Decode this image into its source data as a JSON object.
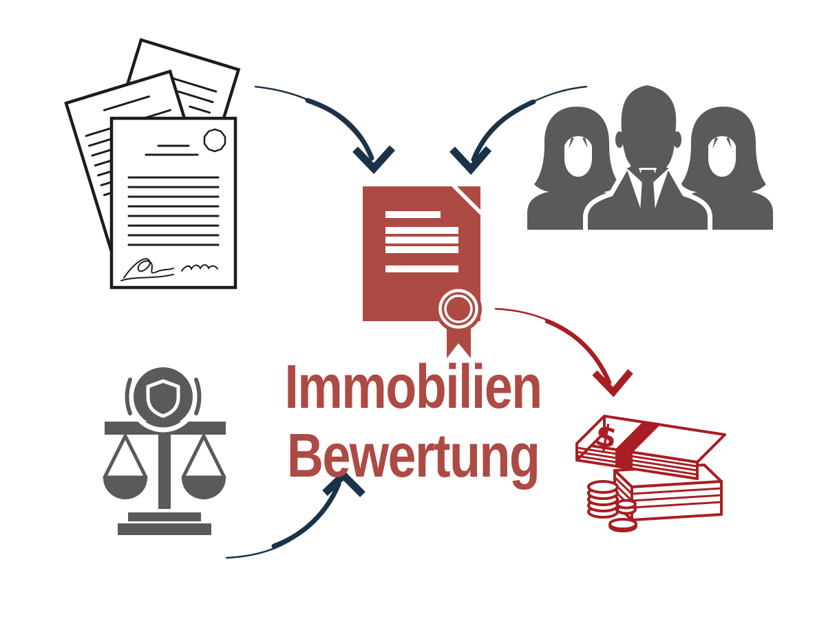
{
  "meta": {
    "kind": "marketing-illustration",
    "language": "de"
  },
  "title": {
    "line1": "Immobilien",
    "line2": "Bewertung"
  },
  "colors": {
    "background": "#ffffff",
    "title_red": "#ae4a44",
    "certificate_red": "#ae4a44",
    "money_red": "#a81e23",
    "arrow_navy": "#1b3349",
    "silhouette_gray": "#5a5a5a",
    "document_ink": "#1c1c1c",
    "white": "#ffffff"
  },
  "icons": {
    "documents": "signed-documents-stack-icon",
    "people": "people-group-icon",
    "certificate": "certificate-seal-icon",
    "scales": "justice-scales-shield-icon",
    "money": "money-stacks-coins-icon",
    "currency_symbol": "$"
  },
  "diagram": {
    "center_label": "Immobilien Bewertung",
    "nodes": [
      {
        "id": "documents",
        "position": "top-left",
        "icon": "signed-documents-stack-icon"
      },
      {
        "id": "people",
        "position": "top-right",
        "icon": "people-group-icon"
      },
      {
        "id": "certificate",
        "position": "center",
        "icon": "certificate-seal-icon"
      },
      {
        "id": "scales",
        "position": "bottom-left",
        "icon": "justice-scales-shield-icon"
      },
      {
        "id": "money",
        "position": "bottom-right",
        "icon": "money-stacks-coins-icon"
      }
    ],
    "flows": [
      {
        "from": "documents",
        "to": "certificate",
        "color": "#1b3349"
      },
      {
        "from": "people",
        "to": "certificate",
        "color": "#1b3349"
      },
      {
        "from": "certificate",
        "to": "money",
        "color": "#a81e23"
      },
      {
        "from": "scales",
        "to": "center-label",
        "color": "#1b3349"
      }
    ]
  }
}
